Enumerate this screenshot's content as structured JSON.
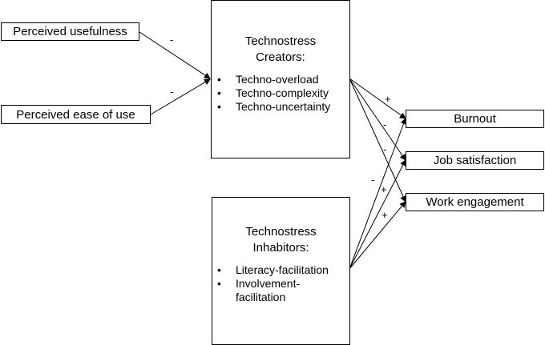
{
  "inputs": {
    "perceived_usefulness": "Perceived usefulness",
    "perceived_ease_of_use": "Perceived ease of use"
  },
  "creators": {
    "title_line1": "Technostress",
    "title_line2": "Creators:",
    "items": [
      "Techno-overload",
      "Techno-complexity",
      "Techno-uncertainty"
    ]
  },
  "inhibitors": {
    "title_line1": "Technostress",
    "title_line2": "Inhabitors:",
    "items": [
      "Literacy-facilitation",
      "Involvement-",
      "facilitation"
    ]
  },
  "outcomes": {
    "burnout": "Burnout",
    "job_satisfaction": "Job satisfaction",
    "work_engagement": "Work engagement"
  },
  "signs": {
    "usefulness_to_creators": "-",
    "ease_to_creators": "-",
    "creators_to_burnout": "+",
    "creators_to_job_satisfaction": "-",
    "creators_to_work_engagement": "-",
    "inhibitors_to_burnout": "-",
    "inhibitors_to_job_satisfaction": "+",
    "inhibitors_to_work_engagement": "+"
  },
  "colors": {
    "line": "#000000",
    "background": "#ffffff"
  }
}
